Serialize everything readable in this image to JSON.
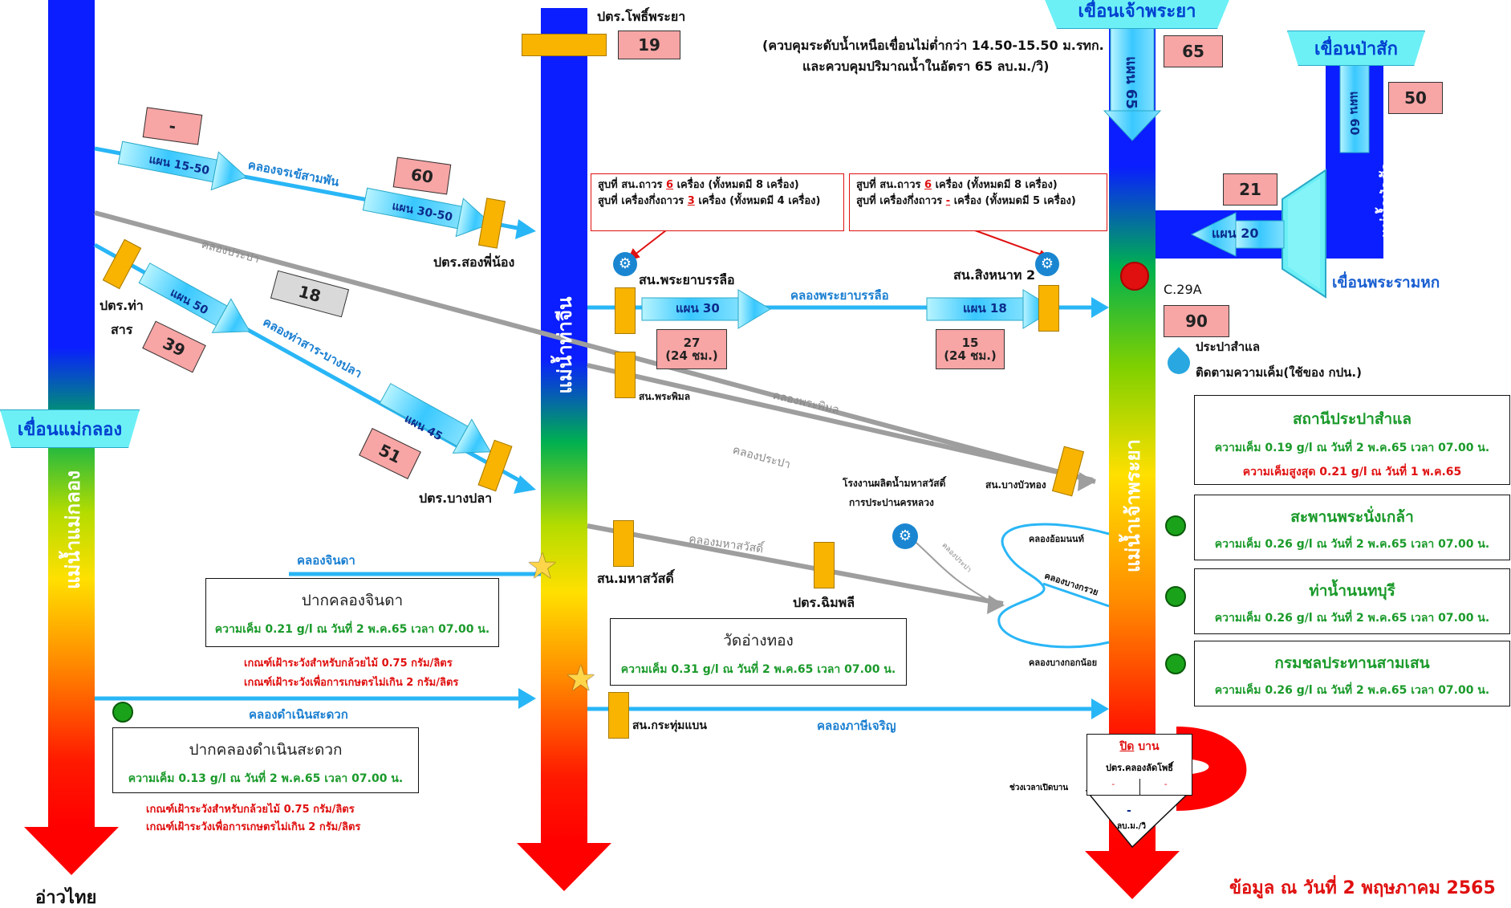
{
  "dams": {
    "mae_klong": "เขื่อนแม่กลอง",
    "chao_phraya": "เขื่อนเจ้าพระยา",
    "pasak": "เขื่อนป่าสัก",
    "rama6": "เขื่อนพระรามหก"
  },
  "rivers": {
    "mae_klong": "แม่น้ำแม่กลอง",
    "tha_chin": "แม่น้ำท่าจีน",
    "chao_phraya": "แม่น้ำเจ้าพระยา",
    "pasak": "แม่น้ำป่าสัก"
  },
  "flows": {
    "chao_phraya_plan": "แผน 65",
    "chao_phraya_actual": "65",
    "pasak_plan": "แผน 60",
    "pasak_actual": "50",
    "rama6_plan": "แผน 20",
    "rama6_actual": "21",
    "pho_phraya": "19",
    "jorakhe_plan1": "แผน 15-50",
    "jorakhe_actual1": "-",
    "jorakhe_plan2": "แผน 30-50",
    "jorakhe_actual2": "60",
    "tha_san_plan1": "แผน 50",
    "tha_san_actual1": "39",
    "tha_san_plan2": "แผน 45",
    "tha_san_actual2": "51",
    "prapa_actual": "18",
    "phraya_banlue_plan1": "แผน 30",
    "phraya_banlue_actual1": "27",
    "phraya_banlue_plan2": "แผน 18",
    "phraya_banlue_actual2": "15",
    "per_24h": "(24 ชม.)",
    "c29a": "90"
  },
  "control_note": {
    "line1": "(ควบคุมระดับน้ำเหนือเขื่อนไม่ต่ำกว่า 14.50-15.50 ม.รทก.",
    "line2": "และควบคุมปริมาณน้ำในอัตรา 65 ลบ.ม./วิ)"
  },
  "pumps": {
    "banlue_line1": [
      "สูบที่ สน.ถาวร ",
      "6",
      " เครื่อง (ทั้งหมดมี 8 เครื่อง)"
    ],
    "banlue_line2": [
      "สูบที่ เครื่องกึ่งถาวร ",
      "3",
      " เครื่อง (ทั้งหมดมี 4 เครื่อง)"
    ],
    "singhanat_line1": [
      "สูบที่ สน.ถาวร ",
      "6",
      " เครื่อง (ทั้งหมดมี 8 เครื่อง)"
    ],
    "singhanat_line2": [
      "สูบที่ เครื่องกึ่งถาวร ",
      "-",
      " เครื่อง (ทั้งหมดมี 5 เครื่อง)"
    ]
  },
  "labels": {
    "pho_phraya": "ปตร.โพธิ์พระยา",
    "khlong_jorakhe": "คลองจรเข้สามพัน",
    "song_phi_nong": "ปตร.สองพี่น้อง",
    "khlong_prapa1": "คลองประปา",
    "tha_san_line1": "ปตร.ท่า",
    "tha_san_line2": "สาร",
    "khlong_tha_san": "คลองท่าสาร-บางปลา",
    "bang_pla": "ปตร.บางปลา",
    "sn_phraya_banlue": "สน.พระยาบรรลือ",
    "khlong_phraya_banlue": "คลองพระยาบรรลือ",
    "sn_singhanat": "สน.สิงหนาท 2",
    "sn_phra_phimon": "สน.พระพิมล",
    "khlong_phra_phimon": "คลองพระพิมล",
    "khlong_prapa2": "คลองประปา",
    "mahasawat_plant_line1": "โรงงานผลิตน้ำมหาสวัสดิ์",
    "mahasawat_plant_line2": "การประปานครหลวง",
    "sn_bang_bua_thong": "สน.บางบัวทอง",
    "khlong_om_non": "คลองอ้อมนนท์",
    "khlong_bang_kruai": "คลองบางกรวย",
    "khlong_prapa_small": "คลองประปา",
    "khlong_bangkok_noi": "คลองบางกอกน้อย",
    "khlong_chinda": "คลองจินดา",
    "sn_mahasawat": "สน.มหาสวัสดิ์",
    "khlong_mahasawat": "คลองมหาสวัสดิ์",
    "ptr_chimphli": "ปตร.ฉิมพลี",
    "khlong_damnoen": "คลองดำเนินสะดวก",
    "sn_krathum_baen": "สน.กระทุ่มแบน",
    "khlong_phasi_charoen": "คลองภาษีเจริญ",
    "c29a": "C.29A",
    "samlae": "ประปาสำแล",
    "samlae_sub": "ติดตามความเค็ม(ใช้ของ กปน.)",
    "bottom_left": "อ่าวไทย",
    "footer": "ข้อมูล ณ วันที่ 2 พฤษภาคม 2565"
  },
  "warnings": {
    "orchid": "เกณฑ์เฝ้าระวังสำหรับกล้วยไม้ 0.75 กรัม/ลิตร",
    "agri": "เกณฑ์เฝ้าระวังเพื่อการเกษตรไม่เกิน 2 กรัม/ลิตร"
  },
  "stations": [
    {
      "name": "ปากคลองจินดา",
      "salinity": "ความเค็ม 0.21 g/l ณ วันที่ 2 พ.ค.65 เวลา 07.00 น."
    },
    {
      "name": "ปากคลองดำเนินสะดวก",
      "salinity": "ความเค็ม 0.13 g/l ณ วันที่ 2 พ.ค.65 เวลา 07.00 น."
    },
    {
      "name": "วัดอ่างทอง",
      "salinity": "ความเค็ม 0.31 g/l ณ วันที่ 2 พ.ค.65 เวลา 07.00 น."
    },
    {
      "name": "สถานีประปาสำแล",
      "salinity": "ความเค็ม 0.19 g/l ณ วันที่ 2 พ.ค.65 เวลา 07.00 น.",
      "max": "ความเค็มสูงสุด 0.21 g/l ณ วันที่ 1 พ.ค.65"
    },
    {
      "name": "สะพานพระนั่งเกล้า",
      "salinity": "ความเค็ม 0.26 g/l ณ วันที่ 2 พ.ค.65 เวลา 07.00 น."
    },
    {
      "name": "ท่าน้ำนนทบุรี",
      "salinity": "ความเค็ม 0.26 g/l ณ วันที่ 2 พ.ค.65 เวลา 07.00 น."
    },
    {
      "name": "กรมชลประทานสามเสน",
      "salinity": "ความเค็ม 0.26 g/l ณ วันที่ 2 พ.ค.65 เวลา 07.00 น."
    }
  ],
  "lat_pho": {
    "status_prefix": "ปิด",
    "status_suffix": " บาน",
    "name": "ปตร.คลองลัดโพธิ์",
    "period_label": "ช่วงเวลาเปิดบาน",
    "time_a": "-",
    "time_b": "-",
    "flow": "-",
    "unit": "ลบ.ม./วิ"
  },
  "colors": {
    "river_blue": "#0a1eff",
    "canal_blue": "#29b6f6",
    "canal_gray": "#9e9e9e",
    "gate_yellow": "#f8b400",
    "alert_red": "#e01010",
    "ok_green": "#1a9a2a"
  }
}
